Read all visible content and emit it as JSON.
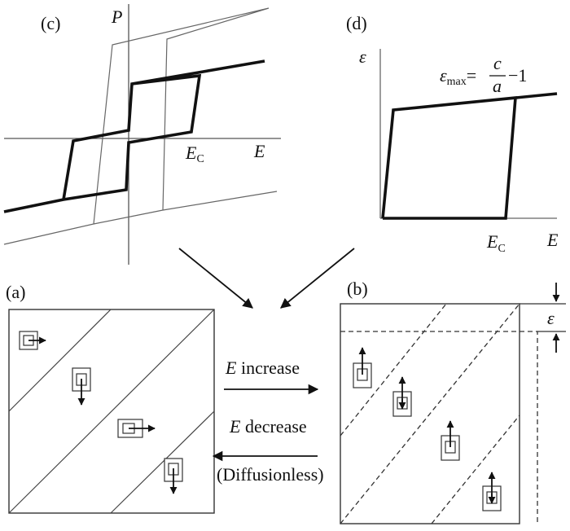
{
  "panel_c": {
    "label": "(c)",
    "y_axis": "P",
    "coercive_label": "E",
    "coercive_sub": "C",
    "x_axis": "E"
  },
  "panel_d": {
    "label": "(d)",
    "y_axis": "ε",
    "eq_lhs": "ε",
    "eq_sub": "max",
    "eq_eq": "=",
    "eq_num": "c",
    "eq_den": "a",
    "eq_rest": "−1",
    "coercive_label": "E",
    "coercive_sub": "C",
    "x_axis": "E"
  },
  "panel_a": {
    "label": "(a)"
  },
  "panel_b": {
    "label": "(b)",
    "strain_label": "ε"
  },
  "process": {
    "increase_sym": "E",
    "increase_text": " increase",
    "decrease_sym": "E",
    "decrease_text": " decrease",
    "note": "(Diffusionless)"
  }
}
